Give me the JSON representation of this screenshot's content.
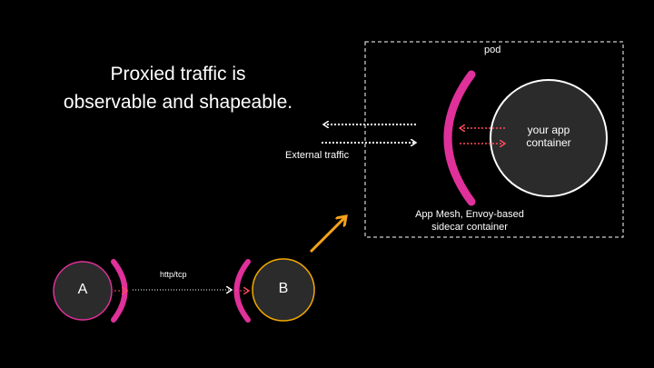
{
  "headline": {
    "line1": "Proxied traffic is",
    "line2": "observable and shapeable."
  },
  "pod": {
    "label": "pod"
  },
  "app_container": {
    "line1": "your app",
    "line2": "container"
  },
  "sidecar": {
    "line1": "App Mesh, Envoy-based",
    "line2": "sidecar container"
  },
  "external": {
    "label": "External traffic"
  },
  "service_a": {
    "label": "A"
  },
  "service_b": {
    "label": "B"
  },
  "link_ab": {
    "label": "http/tcp"
  },
  "colors": {
    "background": "#000000",
    "envoy_bracket": "#e0309a",
    "internal_arrow": "#ff4a5a",
    "service_b_border": "#f2a900",
    "orange_arrow": "#f5a21c",
    "node_fill": "#2b2b2b",
    "dashed_box": "#ffffff"
  }
}
